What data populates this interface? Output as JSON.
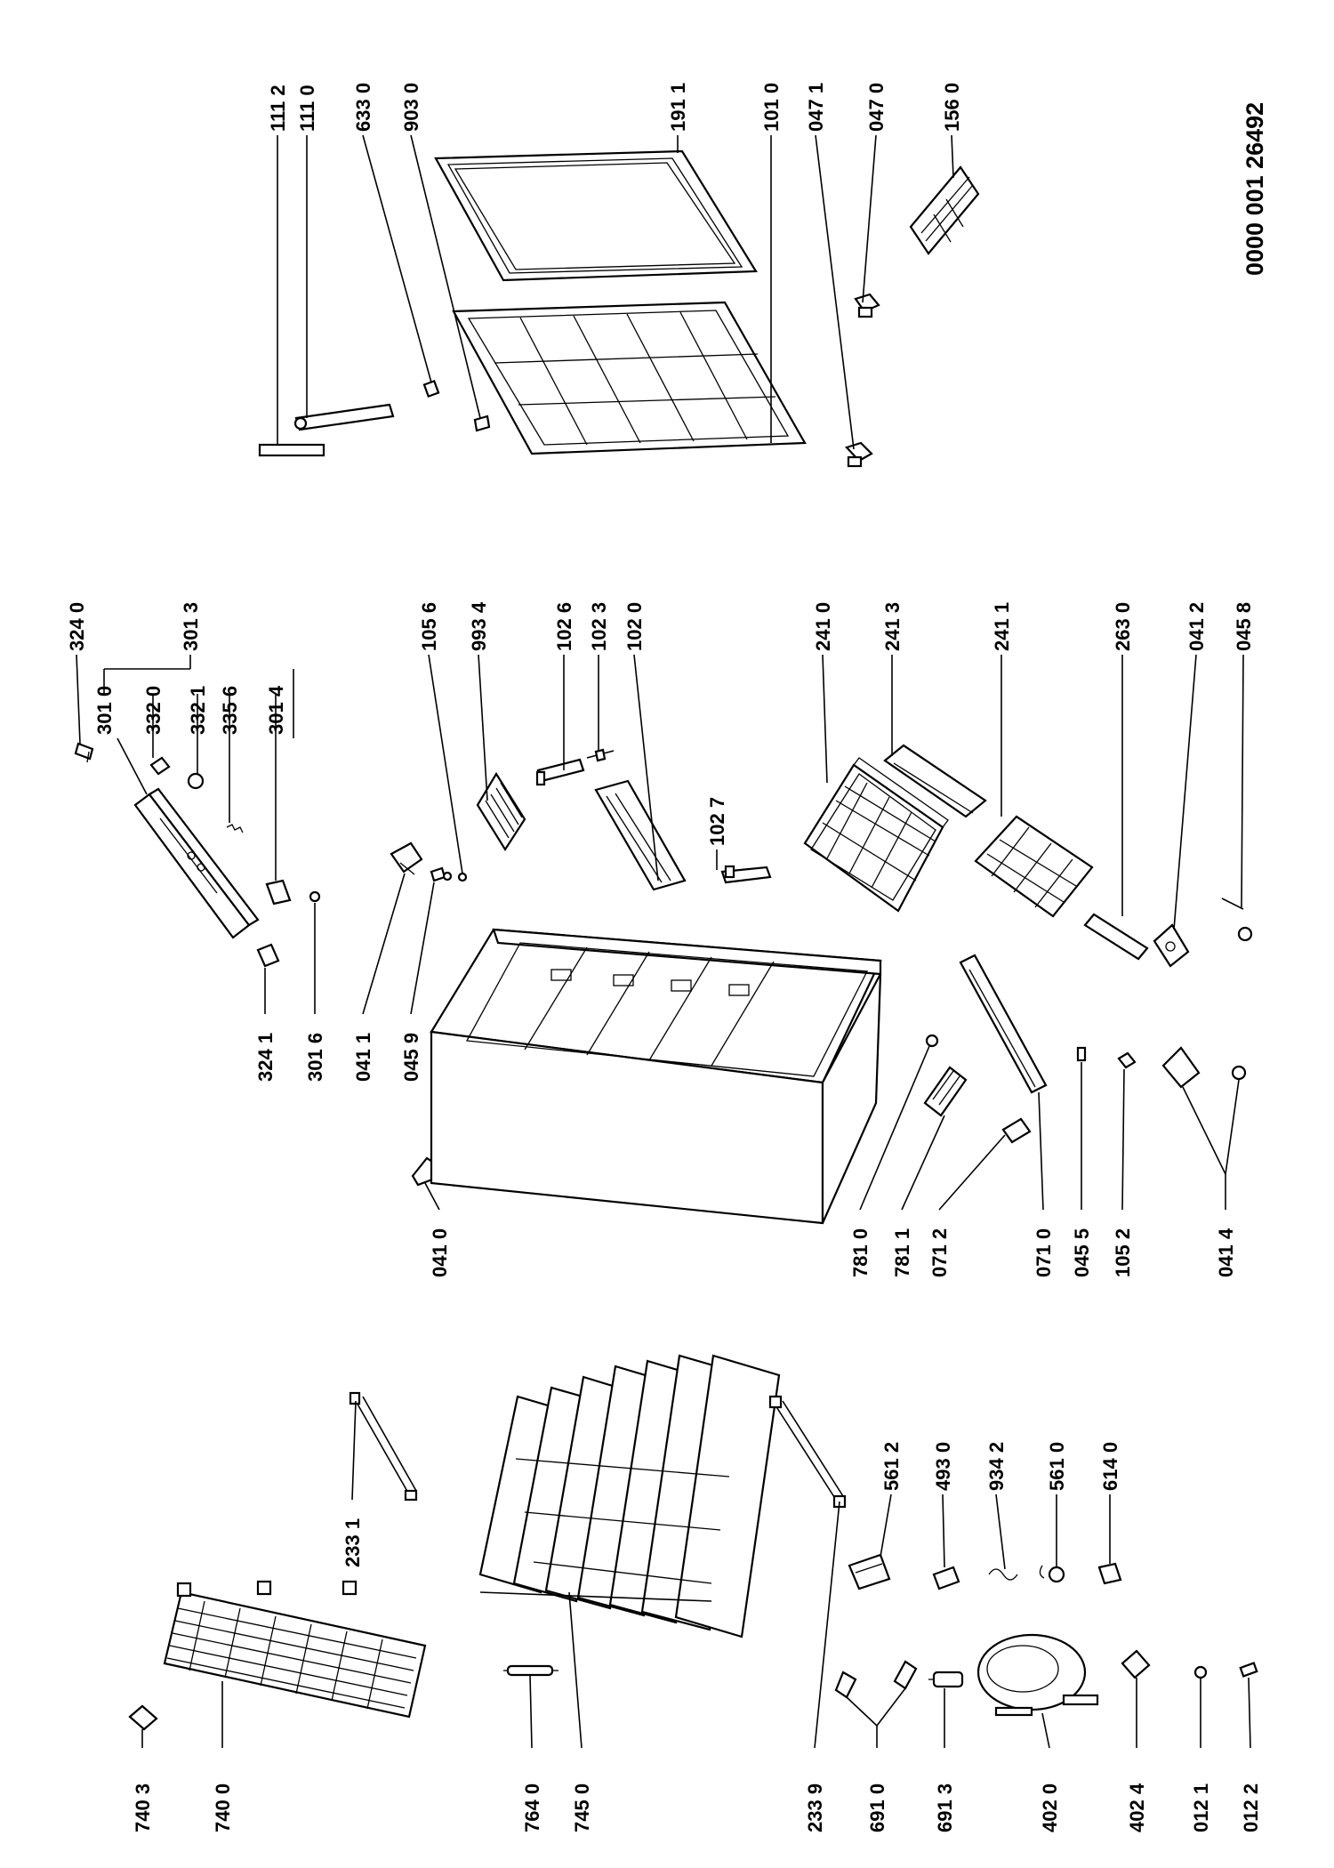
{
  "diagram": {
    "reference_number": "0000 001 26492",
    "parts": [
      {
        "key": "p_111_2",
        "label": "111 2"
      },
      {
        "key": "p_111_0",
        "label": "111 0"
      },
      {
        "key": "p_633_0",
        "label": "633 0"
      },
      {
        "key": "p_903_0",
        "label": "903 0"
      },
      {
        "key": "p_191_1",
        "label": "191 1"
      },
      {
        "key": "p_101_0",
        "label": "101 0"
      },
      {
        "key": "p_047_1",
        "label": "047 1"
      },
      {
        "key": "p_047_0",
        "label": "047 0"
      },
      {
        "key": "p_156_0",
        "label": "156 0"
      },
      {
        "key": "p_324_0",
        "label": "324 0"
      },
      {
        "key": "p_301_3",
        "label": "301 3"
      },
      {
        "key": "p_301_0",
        "label": "301 0"
      },
      {
        "key": "p_332_0",
        "label": "332 0"
      },
      {
        "key": "p_332_1",
        "label": "332 1"
      },
      {
        "key": "p_335_6",
        "label": "335 6"
      },
      {
        "key": "p_301_4",
        "label": "301 4"
      },
      {
        "key": "p_105_6",
        "label": "105 6"
      },
      {
        "key": "p_993_4",
        "label": "993 4"
      },
      {
        "key": "p_102_6",
        "label": "102 6"
      },
      {
        "key": "p_102_3",
        "label": "102 3"
      },
      {
        "key": "p_102_0",
        "label": "102 0"
      },
      {
        "key": "p_102_7",
        "label": "102 7"
      },
      {
        "key": "p_241_0",
        "label": "241 0"
      },
      {
        "key": "p_241_3",
        "label": "241 3"
      },
      {
        "key": "p_241_1",
        "label": "241 1"
      },
      {
        "key": "p_263_0",
        "label": "263 0"
      },
      {
        "key": "p_041_2",
        "label": "041 2"
      },
      {
        "key": "p_045_8",
        "label": "045 8"
      },
      {
        "key": "p_324_1",
        "label": "324 1"
      },
      {
        "key": "p_301_6",
        "label": "301 6"
      },
      {
        "key": "p_041_1",
        "label": "041 1"
      },
      {
        "key": "p_045_9",
        "label": "045 9"
      },
      {
        "key": "p_041_0",
        "label": "041 0"
      },
      {
        "key": "p_781_0",
        "label": "781 0"
      },
      {
        "key": "p_781_1",
        "label": "781 1"
      },
      {
        "key": "p_071_2",
        "label": "071 2"
      },
      {
        "key": "p_071_0",
        "label": "071 0"
      },
      {
        "key": "p_045_5",
        "label": "045 5"
      },
      {
        "key": "p_105_2",
        "label": "105 2"
      },
      {
        "key": "p_041_4",
        "label": "041 4"
      },
      {
        "key": "p_233_1",
        "label": "233 1"
      },
      {
        "key": "p_561_2",
        "label": "561 2"
      },
      {
        "key": "p_493_0",
        "label": "493 0"
      },
      {
        "key": "p_934_2",
        "label": "934 2"
      },
      {
        "key": "p_561_0",
        "label": "561 0"
      },
      {
        "key": "p_614_0",
        "label": "614 0"
      },
      {
        "key": "p_740_3",
        "label": "740 3"
      },
      {
        "key": "p_740_0",
        "label": "740 0"
      },
      {
        "key": "p_764_0",
        "label": "764 0"
      },
      {
        "key": "p_745_0",
        "label": "745 0"
      },
      {
        "key": "p_233_9",
        "label": "233 9"
      },
      {
        "key": "p_691_0",
        "label": "691 0"
      },
      {
        "key": "p_691_3",
        "label": "691 3"
      },
      {
        "key": "p_402_0",
        "label": "402 0"
      },
      {
        "key": "p_402_4",
        "label": "402 4"
      },
      {
        "key": "p_012_1",
        "label": "012 1"
      },
      {
        "key": "p_012_2",
        "label": "012 2"
      }
    ]
  }
}
